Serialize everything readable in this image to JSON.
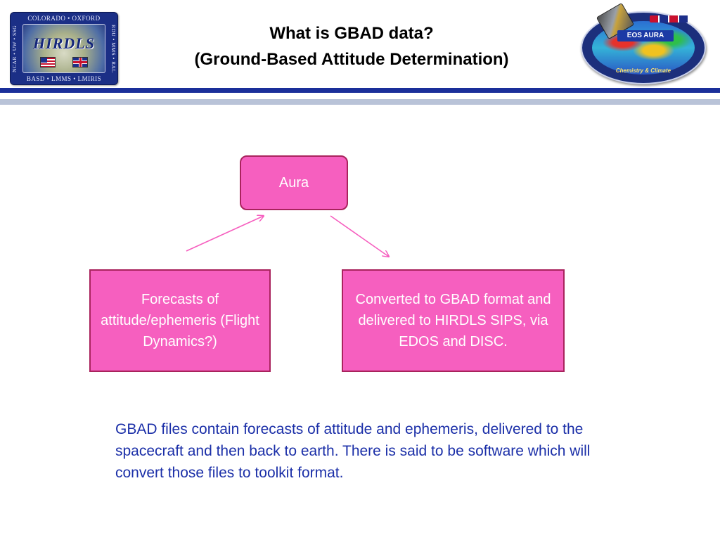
{
  "header": {
    "title_line1": "What is GBAD data?",
    "title_line2": "(Ground-Based Attitude Determination)",
    "logo_left": {
      "top_text": "COLORADO • OXFORD",
      "bottom_text": "BASD • LMMS • LMIRIS",
      "left_text": "NCAR • UW • SSG",
      "right_text": "RDU • MMS • RAL",
      "word": "HIRDLS"
    },
    "logo_right": {
      "label": "EOS AURA",
      "subtitle": "Chemistry & Climate"
    }
  },
  "diagram": {
    "nodes": {
      "aura": "Aura",
      "forecast": "Forecasts  of attitude/ephemeris (Flight Dynamics?)",
      "converted": "Converted to GBAD format and delivered to HIRDLS SIPS, via EDOS and DISC."
    },
    "colors": {
      "node_fill": "#f65fbf",
      "node_border": "#a9235d",
      "arrow": "#f65fbf",
      "note_text": "#1b2fa8",
      "rule_dark": "#1a2f9a",
      "rule_light": "#b9c3d8"
    }
  },
  "note": {
    "text": "GBAD files contain forecasts of attitude and ephemeris, delivered to the spacecraft and then back to earth. There is said to be software which will convert those files to toolkit format."
  }
}
